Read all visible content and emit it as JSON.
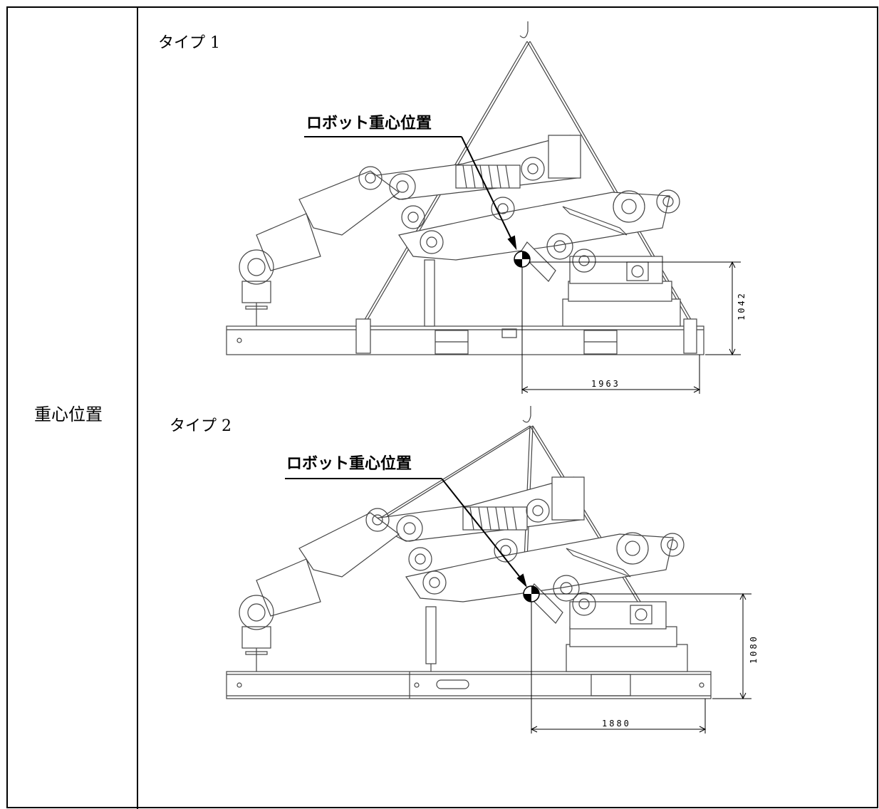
{
  "row_label": "重心位置",
  "type1": {
    "label": "タイプ 1",
    "cog_title": "ロボット重心位置",
    "dim_vertical": "1042",
    "dim_horizontal": "1963"
  },
  "type2": {
    "label": "タイプ 2",
    "cog_title": "ロボット重心位置",
    "dim_vertical": "1080",
    "dim_horizontal": "1880"
  }
}
